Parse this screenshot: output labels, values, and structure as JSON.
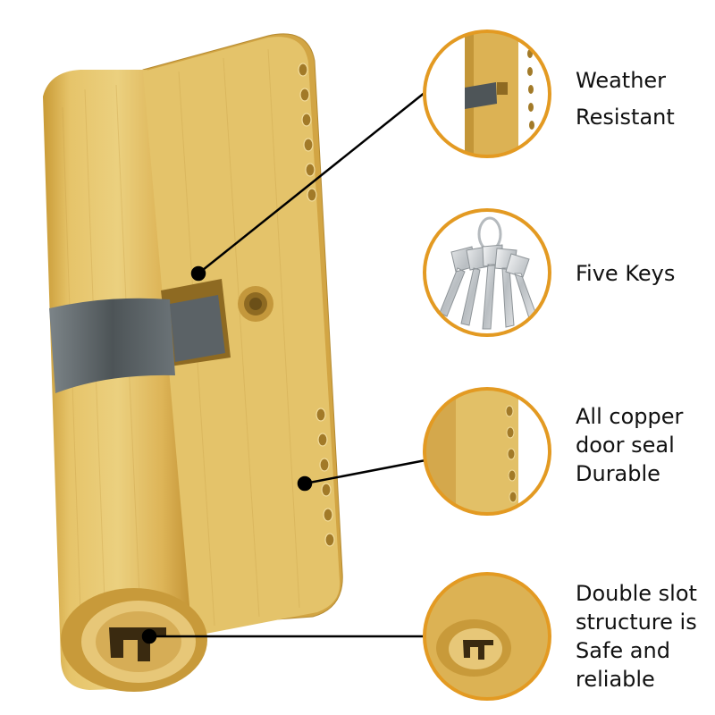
{
  "colors": {
    "brass_light": "#e9cb74",
    "brass_mid": "#d9ad4a",
    "brass_dark": "#b88a2c",
    "circle_border": "#e39a22",
    "steel": "#5c6468",
    "leader_line": "#000000"
  },
  "features": [
    {
      "id": "weather",
      "icon": "weather-resistant-detail",
      "lines": [
        "Weather",
        "Resistant"
      ]
    },
    {
      "id": "keys",
      "icon": "five-keys",
      "lines": [
        "Five Keys"
      ]
    },
    {
      "id": "copper",
      "icon": "copper-body-detail",
      "lines": [
        "All copper",
        "door seal",
        "Durable"
      ]
    },
    {
      "id": "slot",
      "icon": "double-slot-keyway",
      "lines": [
        "Double slot",
        "structure is",
        "Safe and",
        "reliable"
      ]
    }
  ]
}
